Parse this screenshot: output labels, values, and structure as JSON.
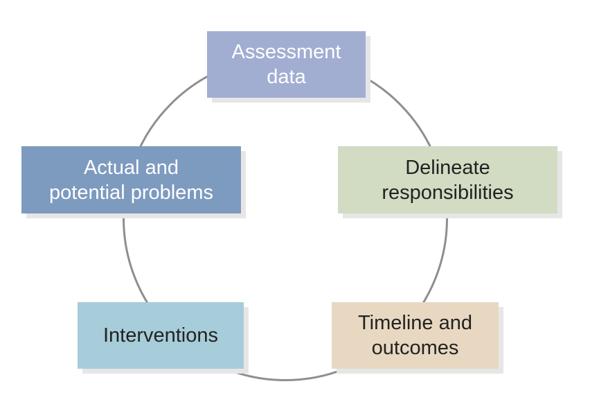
{
  "diagram": {
    "ring_color": "#8e8e8e",
    "nodes": [
      {
        "id": "assessment",
        "lines": [
          "Assessment",
          "data"
        ],
        "color": "#a1aed2"
      },
      {
        "id": "delineate",
        "lines": [
          "Delineate",
          "responsibilities"
        ],
        "color": "#d1dcc3"
      },
      {
        "id": "timeline",
        "lines": [
          "Timeline and",
          "outcomes"
        ],
        "color": "#e8d8c1"
      },
      {
        "id": "interventions",
        "lines": [
          "Interventions"
        ],
        "color": "#a6cdd9"
      },
      {
        "id": "problems",
        "lines": [
          "Actual and",
          "potential problems"
        ],
        "color": "#7d9abf"
      }
    ]
  }
}
